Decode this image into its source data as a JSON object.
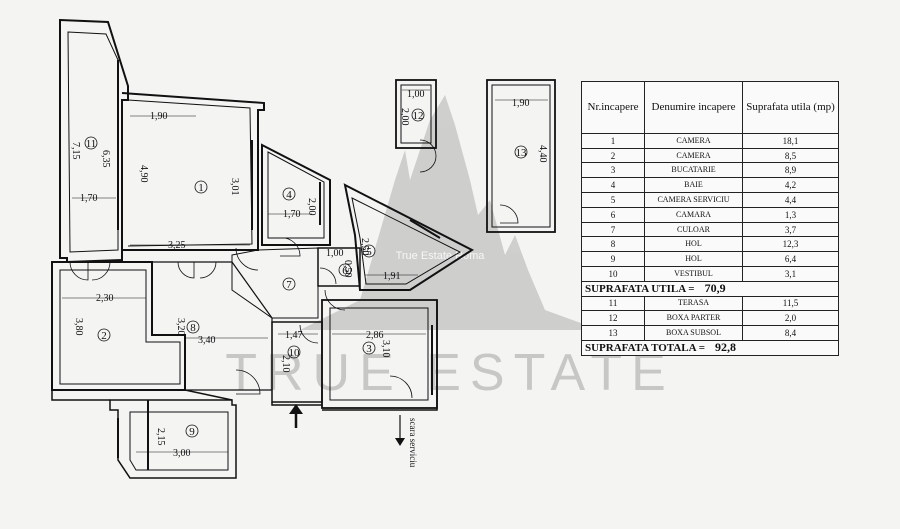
{
  "watermark": {
    "brand_text": "TRUE ESTATE",
    "tagline": "True Estate Roma"
  },
  "rooms": {
    "1": "1",
    "2": "2",
    "3": "3",
    "4": "4",
    "5": "5",
    "6": "6",
    "7": "7",
    "8": "8",
    "9": "9",
    "10": "10",
    "11": "11",
    "12": "12",
    "13": "13"
  },
  "dimensions": {
    "d_715": "7,15",
    "d_635": "6,35",
    "d_170a": "1,70",
    "d_190a": "1,90",
    "d_490": "4,90",
    "d_301": "3,01",
    "d_325": "3,25",
    "d_170b": "1,70",
    "d_200a": "2,00",
    "d_250": "2,50",
    "d_100a": "1,00",
    "d_191": "1,91",
    "d_050": "0,50",
    "d_230": "2,30",
    "d_380": "3,80",
    "d_320": "3,20",
    "d_340": "3,40",
    "d_147": "1,47",
    "d_210": "2,10",
    "d_286": "2,86",
    "d_310": "3,10",
    "d_215": "2,15",
    "d_300": "3,00",
    "d_100b": "1,00",
    "d_200b": "2,00",
    "d_190b": "1,90",
    "d_440": "4,40"
  },
  "labels": {
    "service_stairs": "scara serviciu"
  },
  "table": {
    "headers": [
      "Nr.incapere",
      "Denumire incapere",
      "Suprafata utila (mp)"
    ],
    "rows": [
      [
        "1",
        "CAMERA",
        "18,1"
      ],
      [
        "2",
        "CAMERA",
        "8,5"
      ],
      [
        "3",
        "BUCATARIE",
        "8,9"
      ],
      [
        "4",
        "BAIE",
        "4,2"
      ],
      [
        "5",
        "CAMERA SERVICIU",
        "4,4"
      ],
      [
        "6",
        "CAMARA",
        "1,3"
      ],
      [
        "7",
        "CULOAR",
        "3,7"
      ],
      [
        "8",
        "HOL",
        "12,3"
      ],
      [
        "9",
        "HOL",
        "6,4"
      ],
      [
        "10",
        "VESTIBUL",
        "3,1"
      ]
    ],
    "useful_label": "SUPRAFATA UTILA =",
    "useful_value": "70,9",
    "extra_rows": [
      [
        "11",
        "TERASA",
        "11,5"
      ],
      [
        "12",
        "BOXA PARTER",
        "2,0"
      ],
      [
        "13",
        "BOXA SUBSOL",
        "8,4"
      ]
    ],
    "total_label": "SUPRAFATA TOTALA =",
    "total_value": "92,8"
  }
}
